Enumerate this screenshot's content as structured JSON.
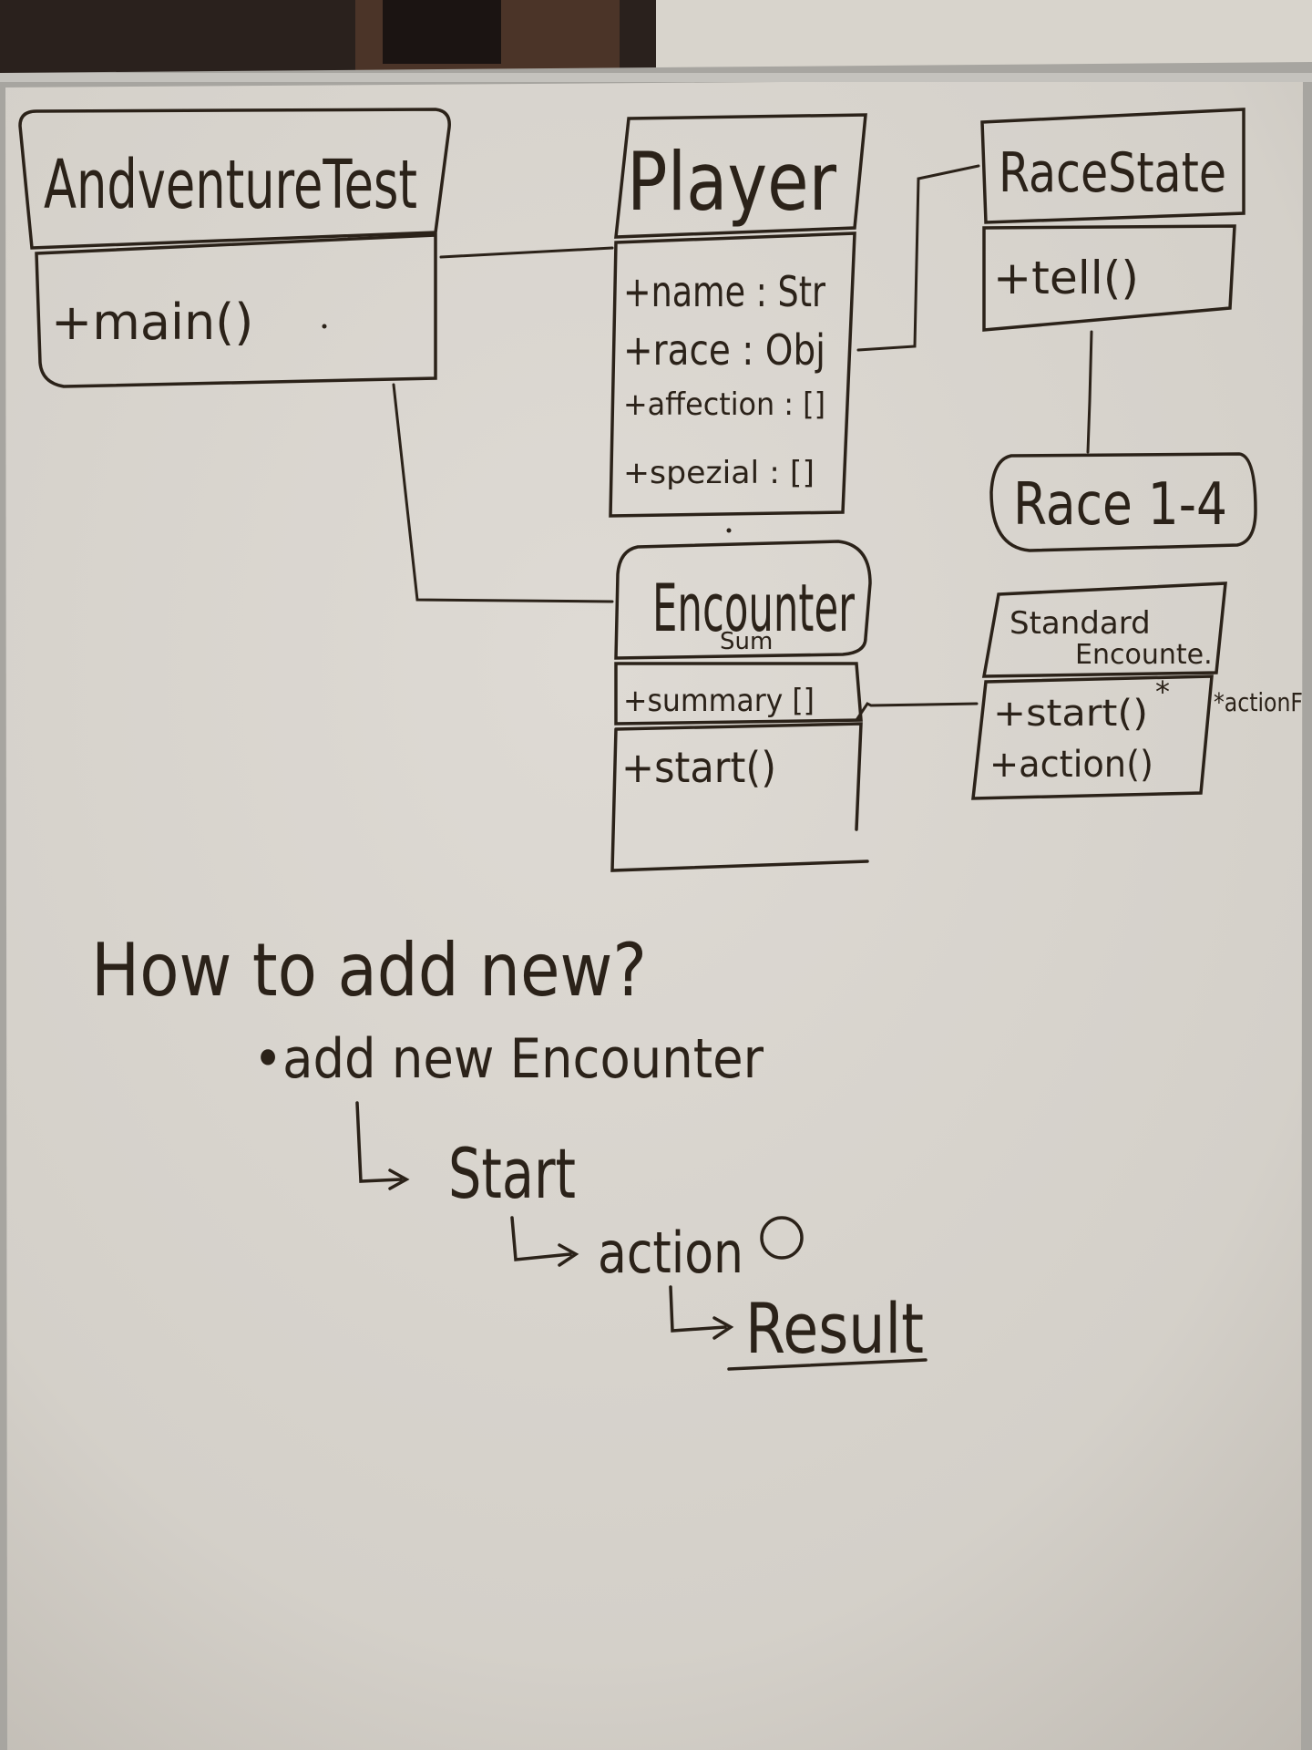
{
  "colors": {
    "board": "#d9d5cf",
    "board_shade": "#c8c3bc",
    "frame": "#a9a7a2",
    "marker": "#2b2219",
    "background": "#2a211d"
  },
  "classes": {
    "adventure_test": {
      "title": "AndventureTest",
      "method": "+main()"
    },
    "player": {
      "title": "Player",
      "attributes": [
        "+name : Str",
        "+race : Obj",
        "+affection : []",
        "+spezial : []"
      ]
    },
    "race_state": {
      "title": "RaceState",
      "method": "+tell()"
    },
    "race": {
      "title": "Race 1-4"
    },
    "encounter": {
      "title": "Encounter",
      "subtitle": "Sum",
      "attribute": "+summary []",
      "method": "+start()"
    },
    "standard_encounter": {
      "title_line1": "Standard",
      "title_line2": "Encounte.",
      "methods": [
        "+start()",
        "+action()"
      ],
      "note": "*actionF",
      "star": "*"
    }
  },
  "notes": {
    "question": "How to add new?",
    "bullet": "•add new Encounter",
    "step1": "Start",
    "step2": "action",
    "step3": "Result"
  }
}
